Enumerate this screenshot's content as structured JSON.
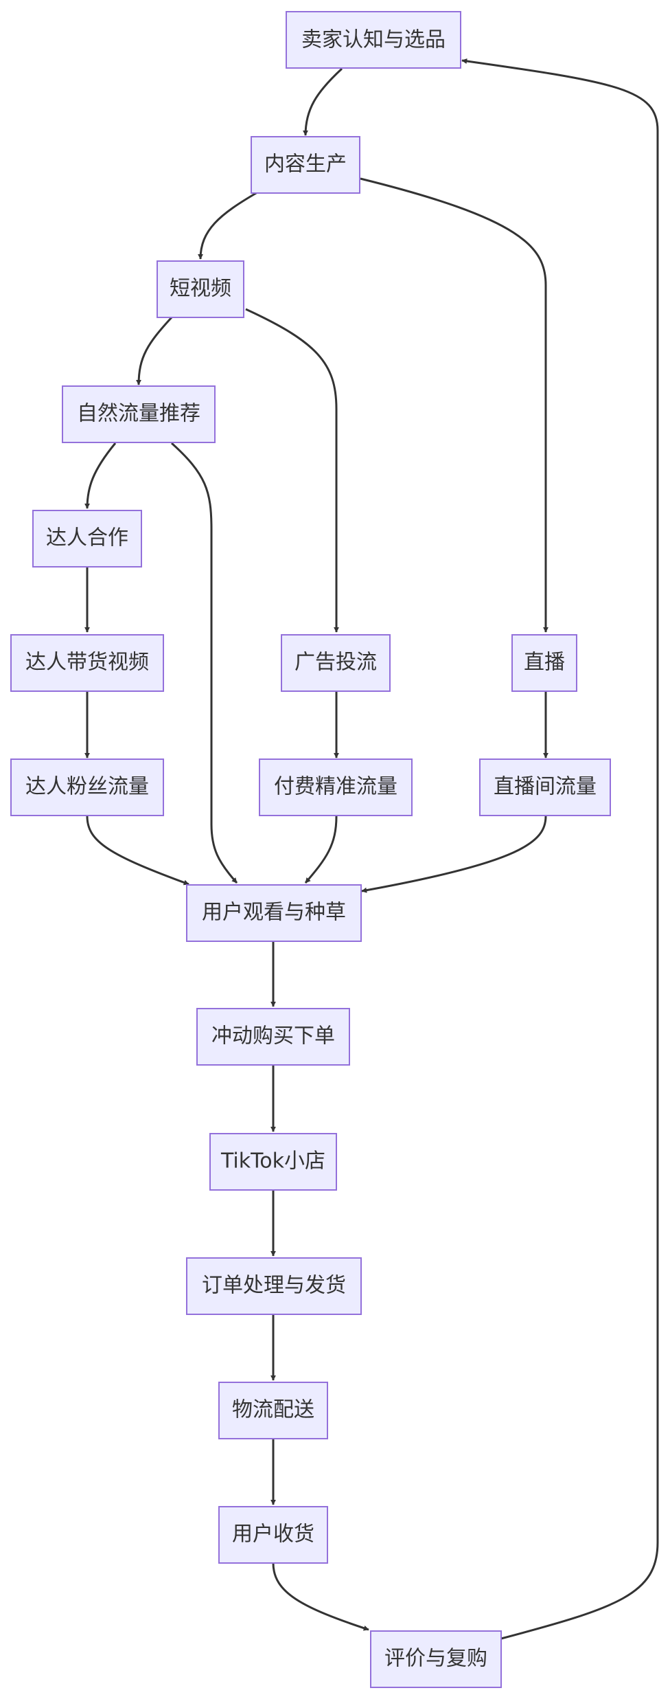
{
  "diagram": {
    "type": "flowchart",
    "nodes": [
      {
        "id": "seller",
        "label": "卖家认知与选品"
      },
      {
        "id": "content",
        "label": "内容生产"
      },
      {
        "id": "short_video",
        "label": "短视频"
      },
      {
        "id": "natural_traffic",
        "label": "自然流量推荐"
      },
      {
        "id": "kol_coop",
        "label": "达人合作"
      },
      {
        "id": "kol_video",
        "label": "达人带货视频"
      },
      {
        "id": "kol_fans",
        "label": "达人粉丝流量"
      },
      {
        "id": "ads",
        "label": "广告投流"
      },
      {
        "id": "paid_traffic",
        "label": "付费精准流量"
      },
      {
        "id": "live",
        "label": "直播"
      },
      {
        "id": "live_traffic",
        "label": "直播间流量"
      },
      {
        "id": "watch",
        "label": "用户观看与种草"
      },
      {
        "id": "order",
        "label": "冲动购买下单"
      },
      {
        "id": "shop",
        "label": "TikTok小店"
      },
      {
        "id": "fulfill",
        "label": "订单处理与发货"
      },
      {
        "id": "logistics",
        "label": "物流配送"
      },
      {
        "id": "receive",
        "label": "用户收货"
      },
      {
        "id": "review",
        "label": "评价与复购"
      }
    ],
    "edges": [
      {
        "from": "seller",
        "to": "content"
      },
      {
        "from": "content",
        "to": "short_video"
      },
      {
        "from": "content",
        "to": "live"
      },
      {
        "from": "short_video",
        "to": "natural_traffic"
      },
      {
        "from": "short_video",
        "to": "ads"
      },
      {
        "from": "natural_traffic",
        "to": "kol_coop"
      },
      {
        "from": "natural_traffic",
        "to": "watch"
      },
      {
        "from": "kol_coop",
        "to": "kol_video"
      },
      {
        "from": "kol_video",
        "to": "kol_fans"
      },
      {
        "from": "kol_fans",
        "to": "watch"
      },
      {
        "from": "ads",
        "to": "paid_traffic"
      },
      {
        "from": "paid_traffic",
        "to": "watch"
      },
      {
        "from": "live",
        "to": "live_traffic"
      },
      {
        "from": "live_traffic",
        "to": "watch"
      },
      {
        "from": "watch",
        "to": "order"
      },
      {
        "from": "order",
        "to": "shop"
      },
      {
        "from": "shop",
        "to": "fulfill"
      },
      {
        "from": "fulfill",
        "to": "logistics"
      },
      {
        "from": "logistics",
        "to": "receive"
      },
      {
        "from": "receive",
        "to": "review"
      },
      {
        "from": "review",
        "to": "seller"
      }
    ]
  }
}
